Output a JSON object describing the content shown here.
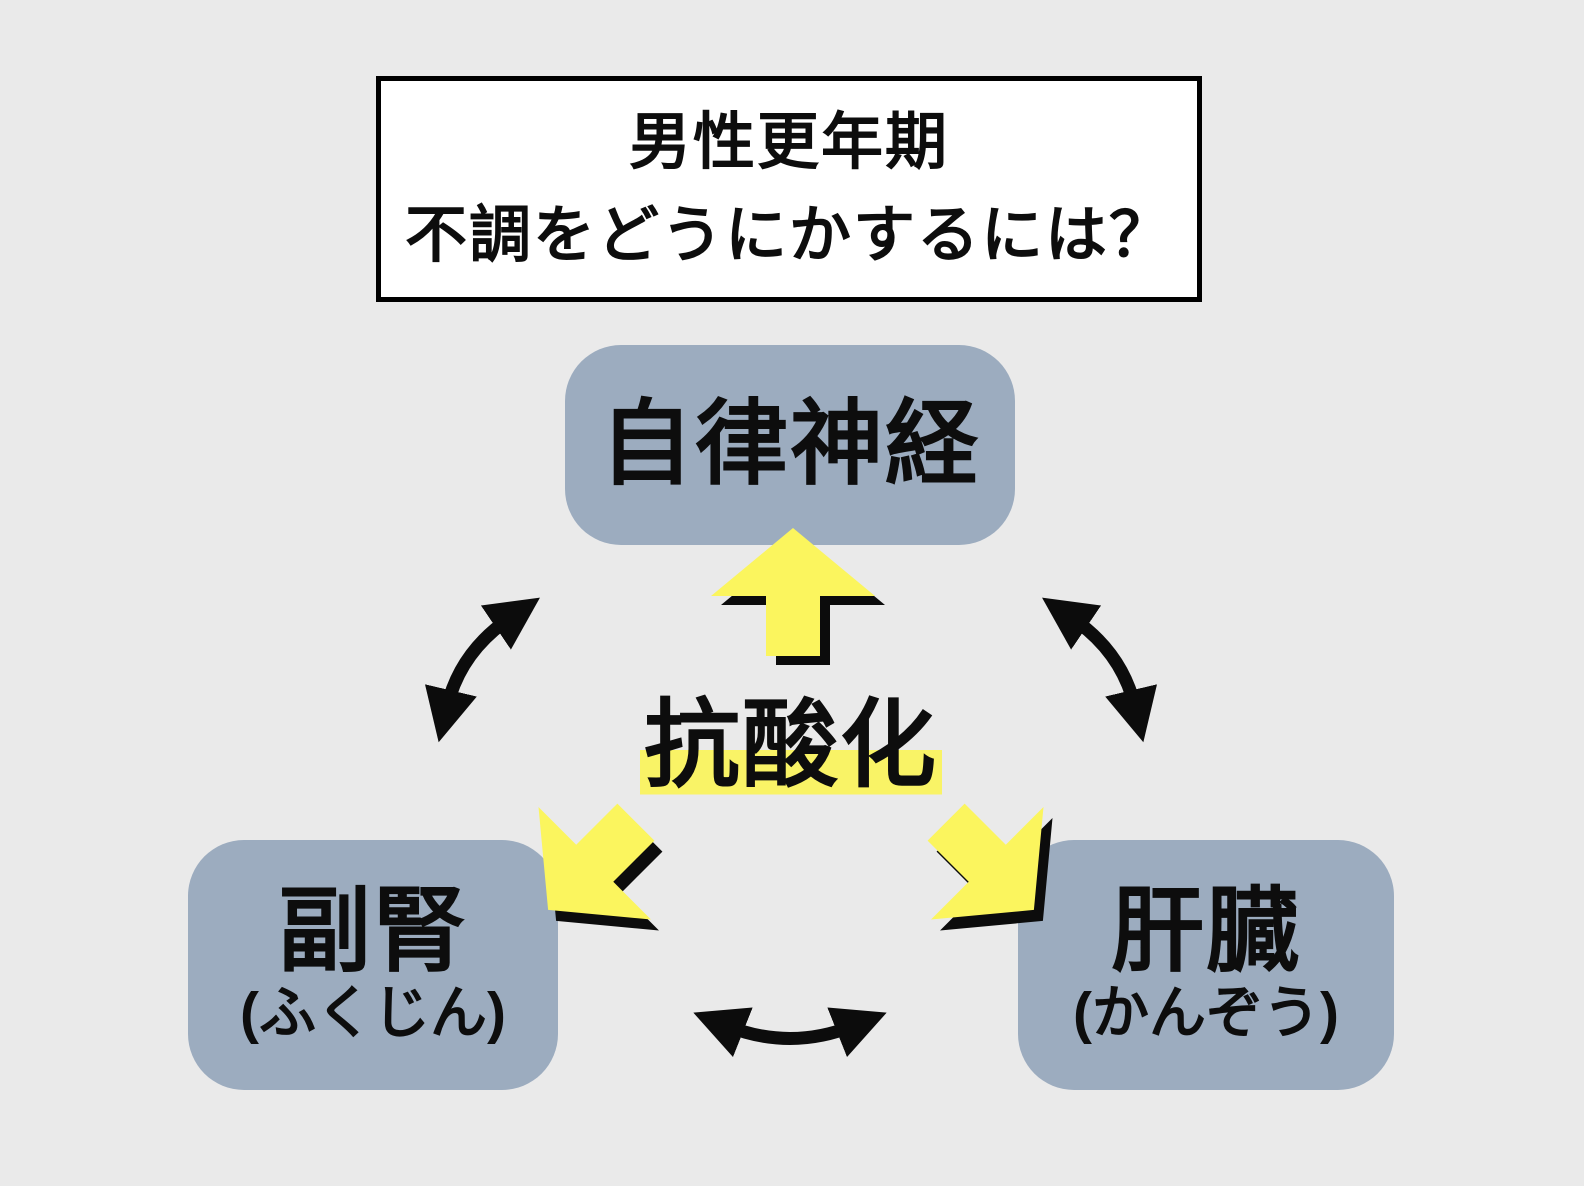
{
  "title": {
    "line1": "男性更年期",
    "line2": "不調をどうにかするには？"
  },
  "center_label": "抗酸化",
  "nodes": {
    "top": {
      "label": "自律神経"
    },
    "bottom_left": {
      "label": "副腎",
      "reading": "(ふくじん)"
    },
    "bottom_right": {
      "label": "肝臓",
      "reading": "(かんぞう)"
    }
  },
  "icons": {
    "up_arrow": "block-arrow-up",
    "down_left_arrow": "block-arrow-down-left",
    "down_right_arrow": "block-arrow-down-right",
    "left_double_arrow": "curved-double-arrow",
    "right_double_arrow": "curved-double-arrow",
    "bottom_double_arrow": "curved-double-arrow"
  },
  "colors": {
    "background": "#eaeaea",
    "node_fill": "#9cacbf",
    "accent_yellow": "#fbf55e",
    "highlight_yellow": "#f9f366",
    "ink": "#0d0d0d",
    "title_bg": "#ffffff"
  }
}
